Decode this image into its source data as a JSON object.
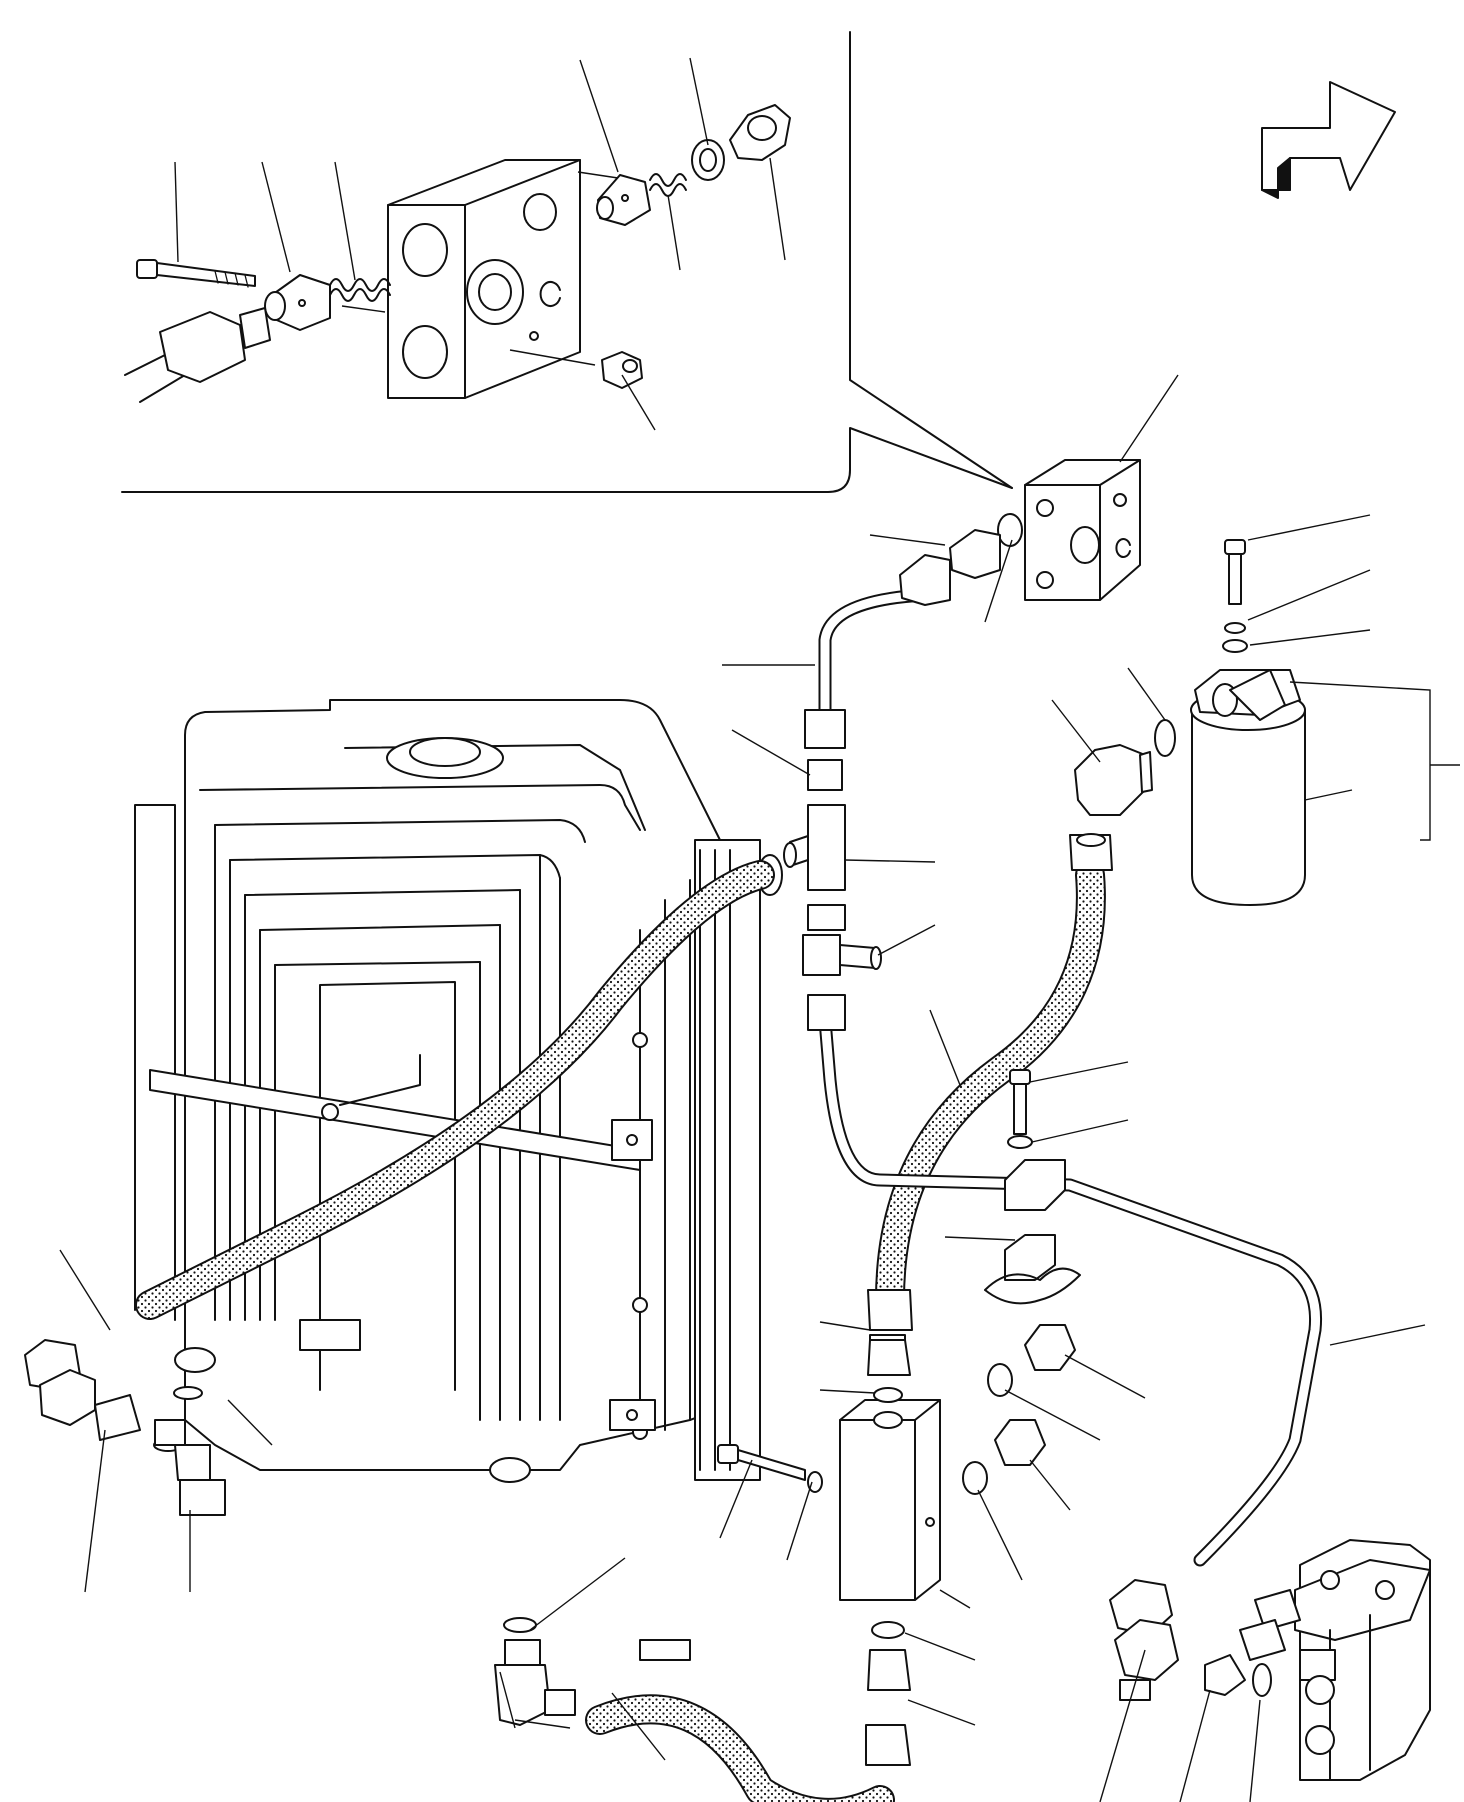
{
  "diagram": {
    "kind": "exploded-parts-drawing",
    "callout_labels_printed": false,
    "colors": {
      "ink": "#111111",
      "paper": "#ffffff"
    },
    "icons": [
      "direction-arrow-icon"
    ],
    "parts": [
      "radiator",
      "oil-cooler",
      "valve-block",
      "relief-valve-block",
      "oil-filter",
      "control-valve-bank",
      "hoses",
      "rigid-pipes",
      "elbow-fittings",
      "tee-fittings",
      "adapters",
      "washers",
      "bolts",
      "plugs"
    ]
  }
}
